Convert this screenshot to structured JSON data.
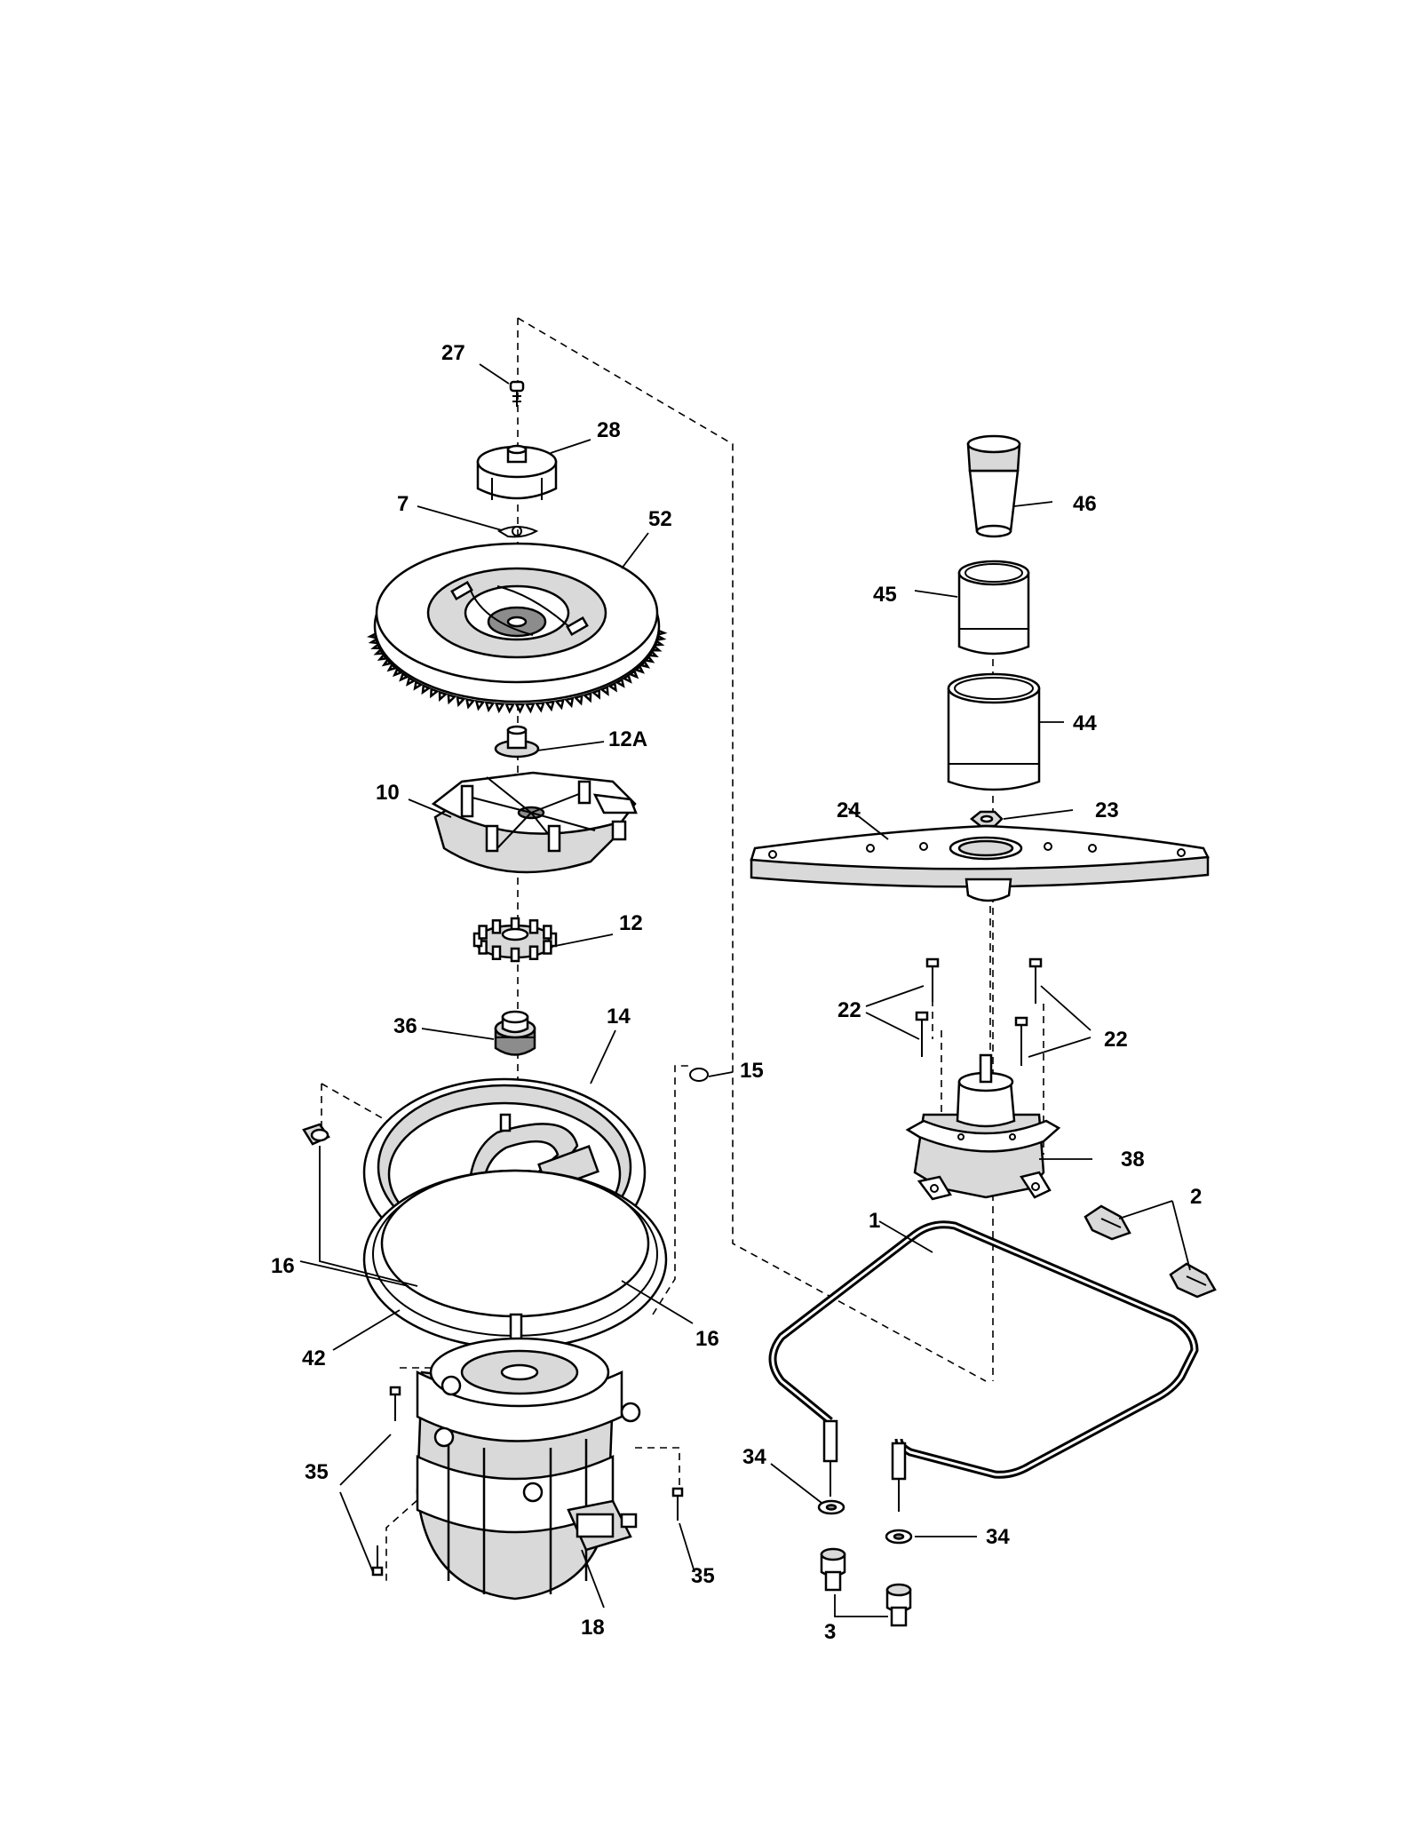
{
  "callouts": {
    "c27": "27",
    "c28": "28",
    "c7": "7",
    "c52": "52",
    "c12A": "12A",
    "c10": "10",
    "c12": "12",
    "c36": "36",
    "c14": "14",
    "c15": "15",
    "c16a": "16",
    "c16b": "16",
    "c42": "42",
    "c35a": "35",
    "c35b": "35",
    "c18": "18",
    "c46": "46",
    "c45": "45",
    "c44": "44",
    "c24": "24",
    "c23": "23",
    "c22a": "22",
    "c22b": "22",
    "c38": "38",
    "c1": "1",
    "c2": "2",
    "c34a": "34",
    "c34b": "34",
    "c3": "3"
  }
}
